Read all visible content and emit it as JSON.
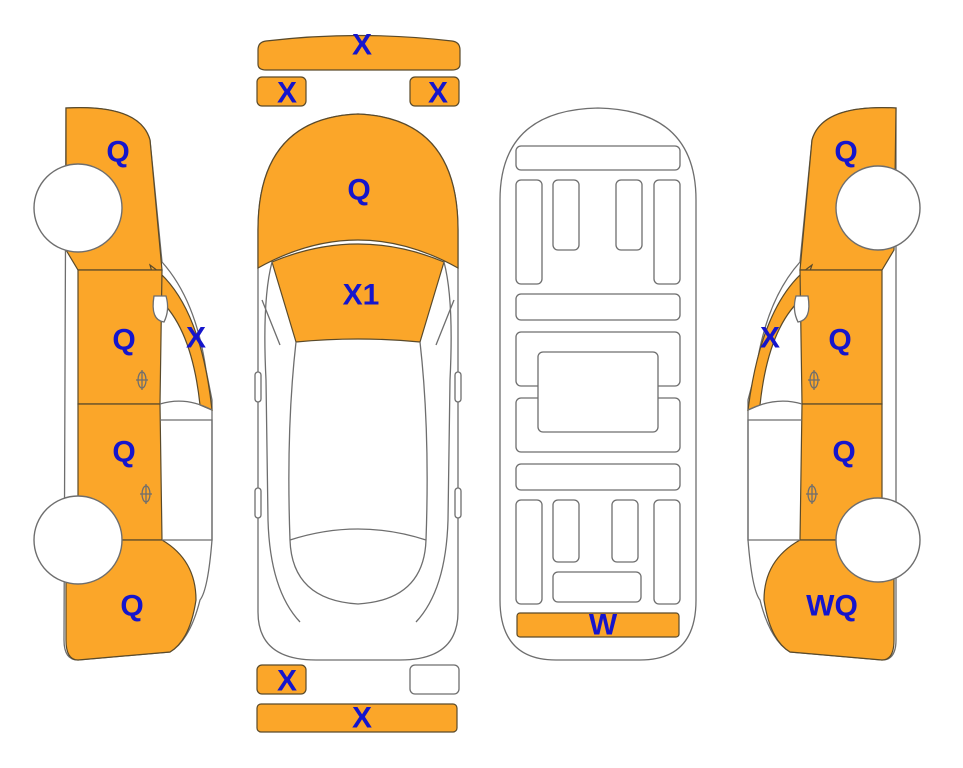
{
  "colors": {
    "damage": "#fba629",
    "label": "#1515cc",
    "outline": "#6e6e6e"
  },
  "labels": {
    "front_bumper": "X",
    "front_left_light": "X",
    "front_right_light": "X",
    "hood": "Q",
    "windshield": "X1",
    "left_front_fender": "Q",
    "left_front_door": "Q",
    "left_a_pillar": "X",
    "left_rear_door": "Q",
    "left_rear_quarter": "Q",
    "right_front_fender": "Q",
    "right_a_pillar": "X",
    "right_front_door": "Q",
    "right_rear_door": "Q",
    "right_rear_quarter": "WQ",
    "underbody_rear": "W",
    "rear_left_light": "X",
    "rear_bumper": "X"
  }
}
